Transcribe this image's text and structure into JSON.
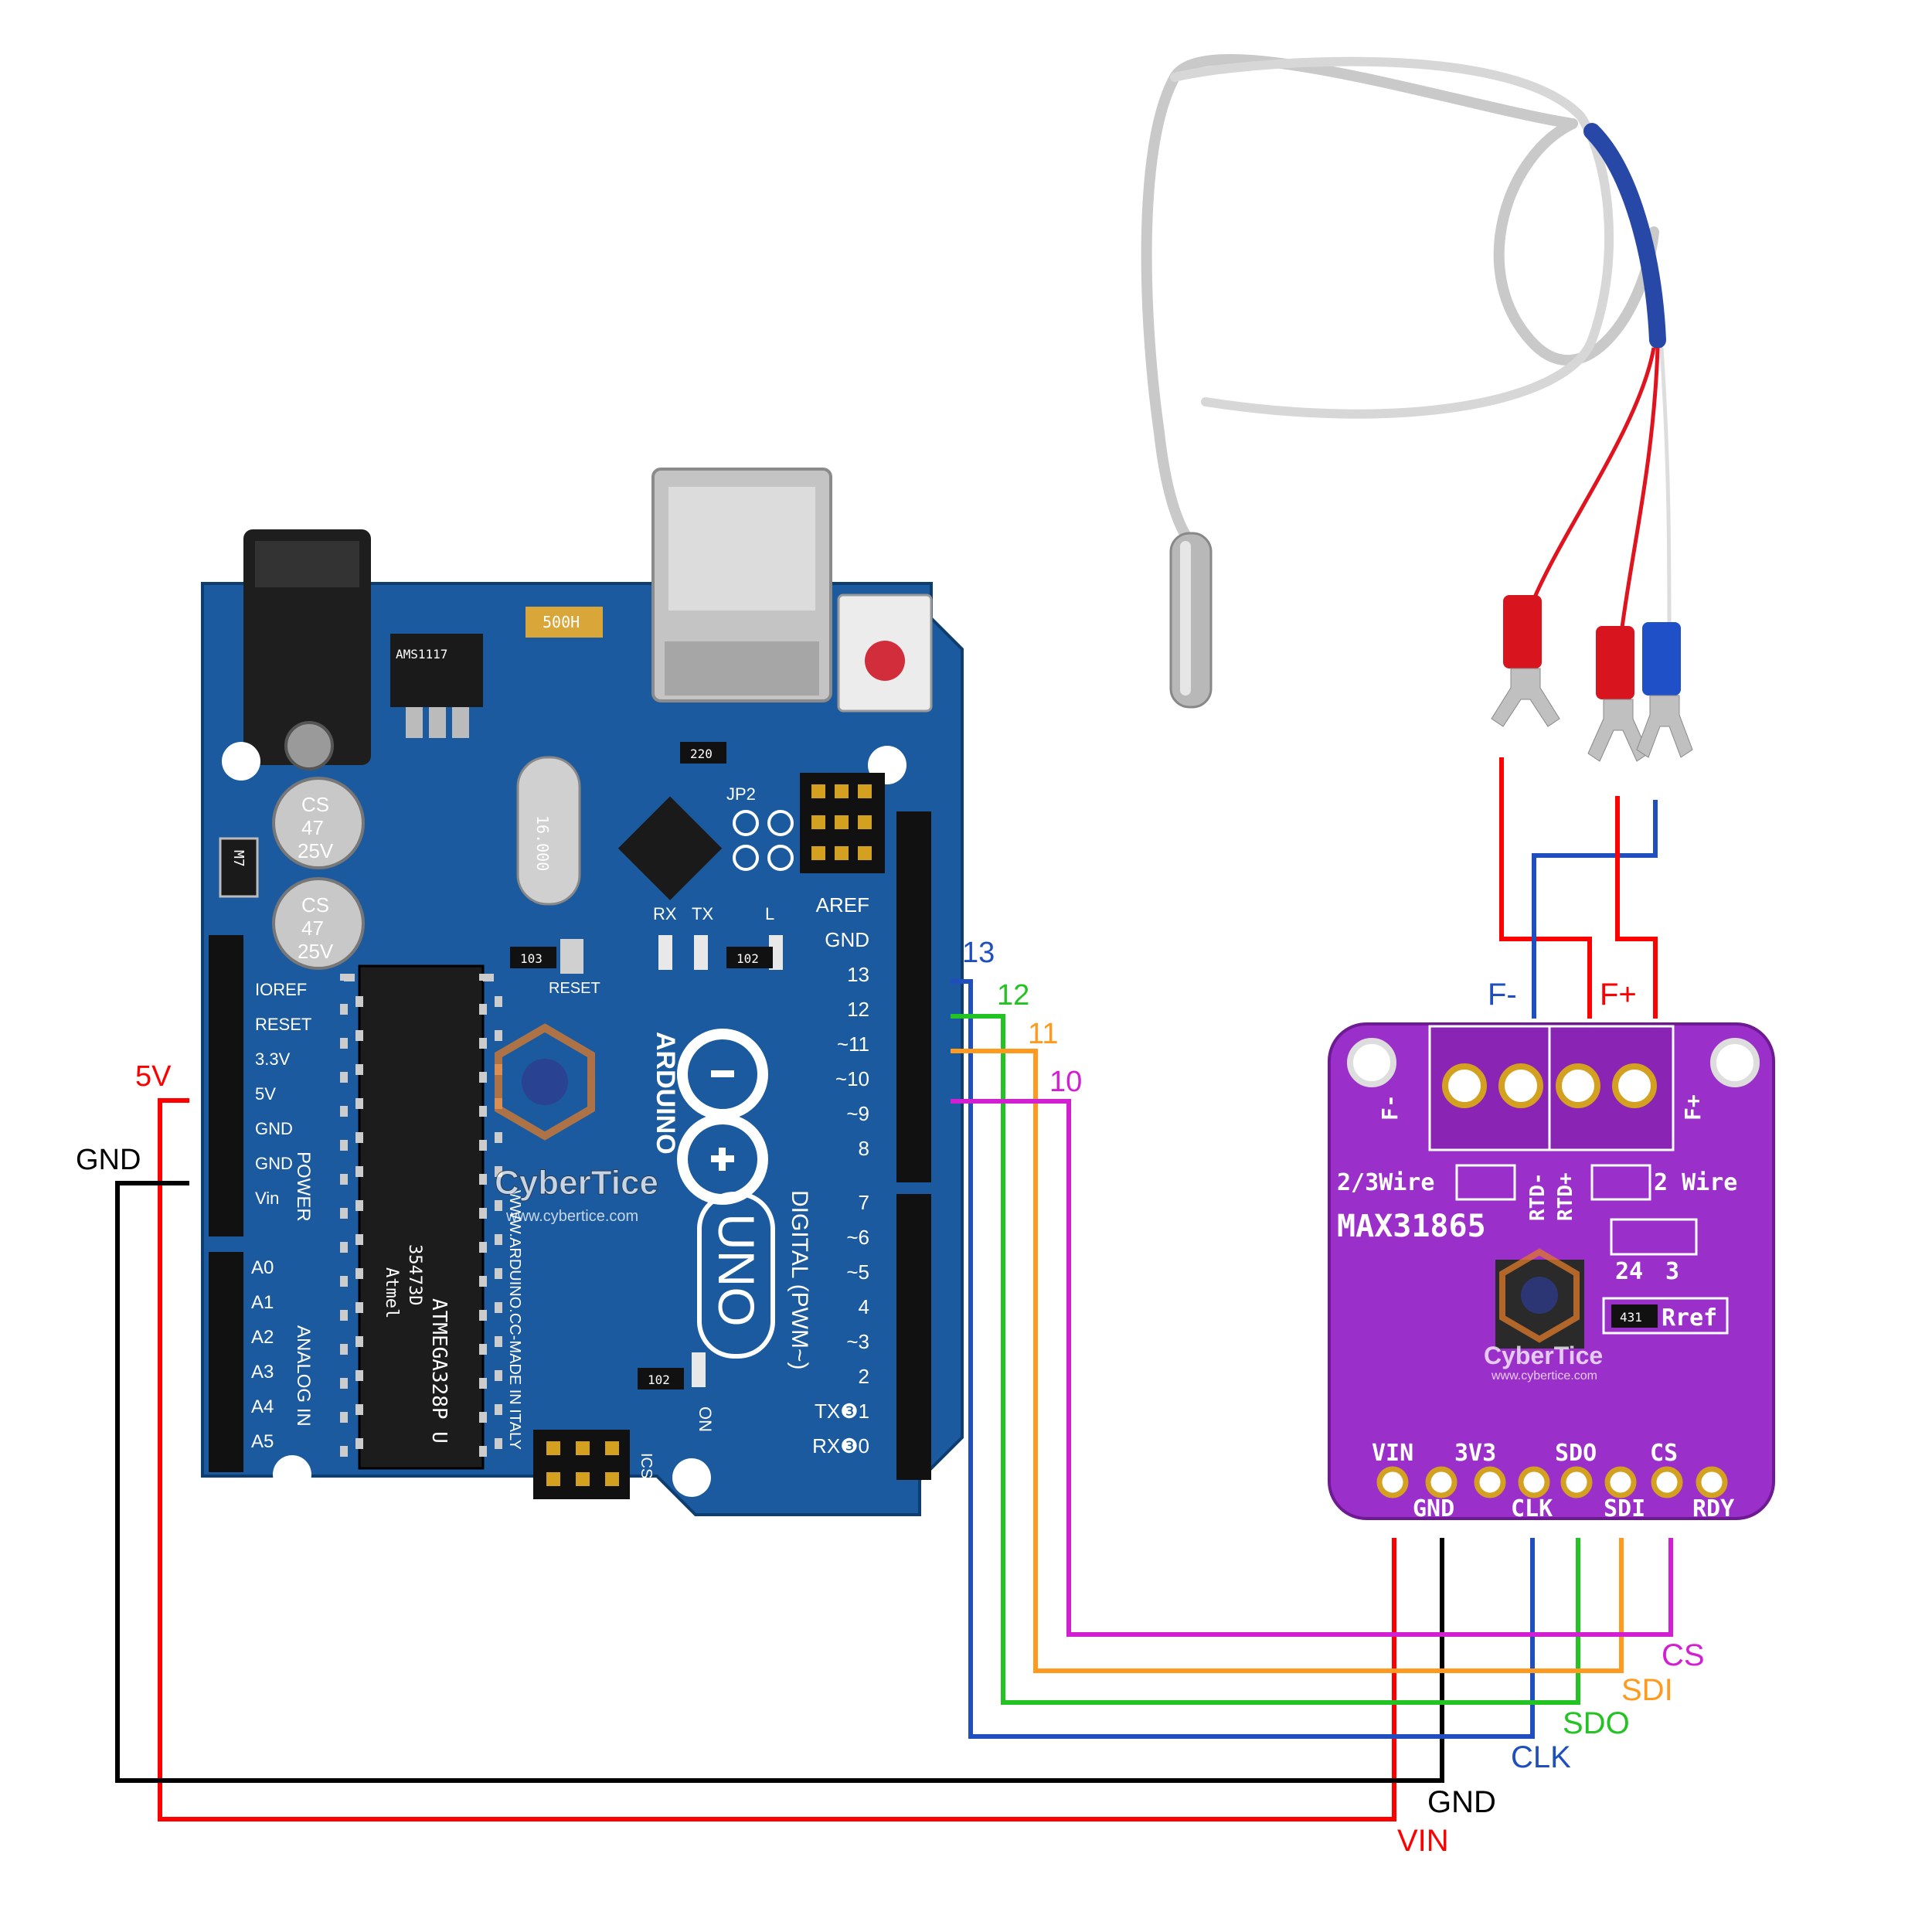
{
  "arduino": {
    "brand": "ARDUINO",
    "model": "UNO",
    "power_labels": [
      "IOREF",
      "RESET",
      "3.3V",
      "5V",
      "GND",
      "GND",
      "Vin"
    ],
    "power_title": "POWER",
    "analog_labels": [
      "A0",
      "A1",
      "A2",
      "A3",
      "A4",
      "A5"
    ],
    "analog_title": "ANALOG IN",
    "digital_top_labels": [
      "AREF",
      "GND",
      "13",
      "12",
      "~11",
      "~10",
      "~9",
      "8"
    ],
    "digital_bottom_labels": [
      "7",
      "~6",
      "~5",
      "4",
      "~3",
      "2",
      "TX❸1",
      "RX❸0"
    ],
    "digital_title": "DIGITAL (PWM~)",
    "website": "WWW.ARDUINO.CC-MADE IN ITALY",
    "chip_text": "ATMEGA328P U",
    "chip_code": "35473D",
    "chip_brand": "Atmel",
    "cap_label": [
      "CS",
      "47",
      "25V"
    ],
    "crystal": "16.000",
    "ic_near_usb": "AMS1117",
    "fuse": "500H",
    "rx": "RX",
    "tx": "TX",
    "l_led": "L",
    "on_led": "ON",
    "reset": "RESET",
    "icsp": "ICSP",
    "jp2": "JP2",
    "resistors": [
      "103",
      "102",
      "102",
      "220"
    ],
    "mark_m7": "M7"
  },
  "max_board": {
    "name": "MAX31865",
    "two_three_wire": "2/3Wire",
    "two_wire": "2 Wire",
    "rtd_minus": "RTD-",
    "rtd_plus": "RTD+",
    "f_minus": "F-",
    "f_plus": "F+",
    "rref": "Rref",
    "n24": "24",
    "n3": "3",
    "pins_top": [
      "VIN",
      "3V3",
      "SDO",
      "CS"
    ],
    "pins_bottom": [
      "GND",
      "CLK",
      "SDI",
      "RDY"
    ],
    "rref_code": "431"
  },
  "watermark": {
    "name": "CyberTice",
    "url": "www.cybertice.com"
  },
  "wire_labels": {
    "arduino_5v": "5V",
    "arduino_gnd": "GND",
    "pin13": "13",
    "pin12": "12",
    "pin11": "11",
    "pin10": "10",
    "probe_f_minus": "F-",
    "probe_f_plus": "F+",
    "cs": "CS",
    "sdi": "SDI",
    "sdo": "SDO",
    "clk": "CLK",
    "gnd": "GND",
    "vin": "VIN"
  },
  "colors": {
    "red": "#ff0000",
    "black": "#000000",
    "blue": "#1f4fbf",
    "green": "#22c322",
    "orange": "#ff9a1f",
    "magenta": "#d21fd2",
    "arduino_pcb": "#1a5a9c",
    "max_pcb": "#9b2fc9"
  }
}
